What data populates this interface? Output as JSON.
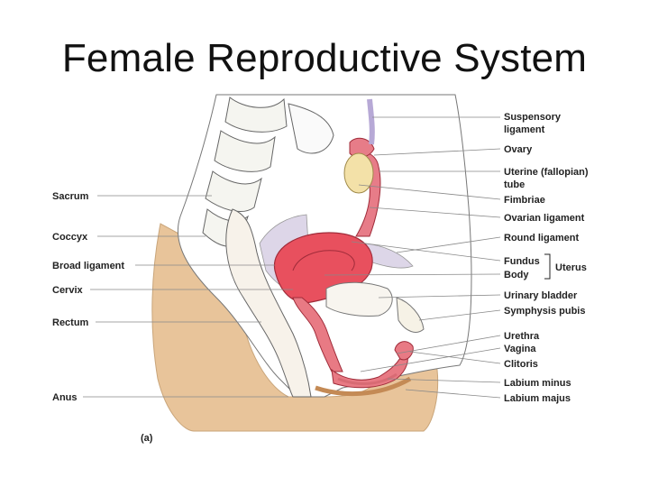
{
  "title": "Female Reproductive System",
  "figure_tag": "(a)",
  "labels_left": [
    {
      "key": "sacrum",
      "text": "Sacrum"
    },
    {
      "key": "coccyx",
      "text": "Coccyx"
    },
    {
      "key": "broad-ligament",
      "text": "Broad ligament"
    },
    {
      "key": "cervix",
      "text": "Cervix"
    },
    {
      "key": "rectum",
      "text": "Rectum"
    },
    {
      "key": "anus",
      "text": "Anus"
    }
  ],
  "labels_right": [
    {
      "key": "suspensory-ligament",
      "lines": [
        "Suspensory",
        "ligament"
      ]
    },
    {
      "key": "ovary",
      "lines": [
        "Ovary"
      ]
    },
    {
      "key": "uterine-tube",
      "lines": [
        "Uterine (fallopian)",
        "tube"
      ]
    },
    {
      "key": "fimbriae",
      "lines": [
        "Fimbriae"
      ]
    },
    {
      "key": "ovarian-ligament",
      "lines": [
        "Ovarian ligament"
      ]
    },
    {
      "key": "round-ligament",
      "lines": [
        "Round ligament"
      ]
    },
    {
      "key": "fundus",
      "lines": [
        "Fundus"
      ]
    },
    {
      "key": "body",
      "lines": [
        "Body"
      ]
    },
    {
      "key": "urinary-bladder",
      "lines": [
        "Urinary bladder"
      ]
    },
    {
      "key": "symphysis-pubis",
      "lines": [
        "Symphysis pubis"
      ]
    },
    {
      "key": "urethra",
      "lines": [
        "Urethra"
      ]
    },
    {
      "key": "vagina",
      "lines": [
        "Vagina"
      ]
    },
    {
      "key": "clitoris",
      "lines": [
        "Clitoris"
      ]
    },
    {
      "key": "labium-minus",
      "lines": [
        "Labium minus"
      ]
    },
    {
      "key": "labium-majus",
      "lines": [
        "Labium majus"
      ]
    }
  ],
  "group_label": "Uterus"
}
